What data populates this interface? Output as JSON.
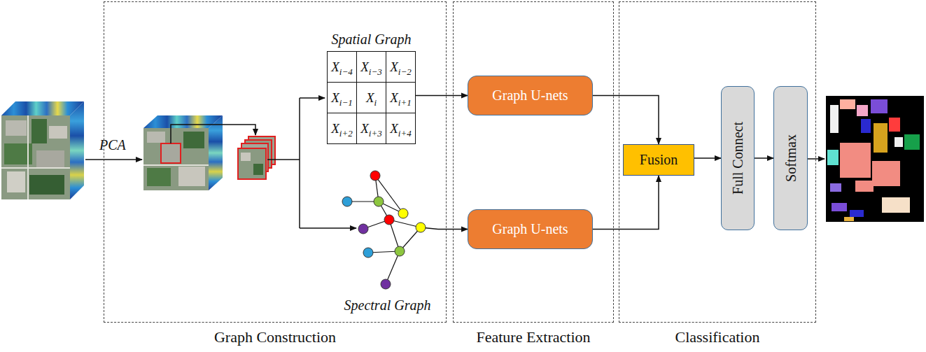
{
  "diagram": {
    "nodes": [
      {
        "text": [
          "Graph Construction"
        ]
      },
      {
        "text": [
          "Spatial Graph"
        ],
        "in": 0
      },
      {
        "text": [
          "X",
          "i−4"
        ],
        "in": 1
      },
      {
        "text": [
          "X",
          "i−3"
        ],
        "in": 1
      },
      {
        "text": [
          "X",
          "i−2"
        ],
        "in": 1
      },
      {
        "text": [
          "X",
          "i−1"
        ],
        "in": 1
      },
      {
        "text": [
          "X",
          "i"
        ],
        "in": 1
      },
      {
        "text": [
          "X",
          "i+1"
        ],
        "in": 1
      },
      {
        "text": [
          "X",
          "i+2"
        ],
        "in": 1
      },
      {
        "text": [
          "X",
          "i+3"
        ],
        "in": 1
      },
      {
        "text": [
          "X",
          "i+4"
        ],
        "in": 1
      },
      {
        "text": [
          "Spectral Graph"
        ],
        "in": 0
      },
      {
        "text": [
          "Feature Extraction"
        ]
      },
      {
        "text": [
          "Graph U-nets"
        ],
        "in": 12
      },
      {
        "text": [
          "Graph U-nets"
        ],
        "in": 12
      },
      {
        "text": [
          "Classification"
        ]
      },
      {
        "text": [
          "Fusion"
        ],
        "in": 15
      },
      {
        "text": [
          "Full Connect"
        ],
        "in": 15
      },
      {
        "text": [
          "Softmax"
        ],
        "in": 15
      }
    ],
    "edges": [
      {
        "from": 1,
        "to": 13,
        "arrow": "to"
      },
      {
        "from": 11,
        "to": 14,
        "arrow": "to"
      },
      {
        "from": 13,
        "to": 16,
        "arrow": "to"
      },
      {
        "from": 14,
        "to": 16,
        "arrow": "to"
      },
      {
        "from": 16,
        "to": 17,
        "arrow": "to"
      },
      {
        "from": 17,
        "to": 18,
        "arrow": "to"
      }
    ],
    "labels": [
      "PCA"
    ]
  }
}
